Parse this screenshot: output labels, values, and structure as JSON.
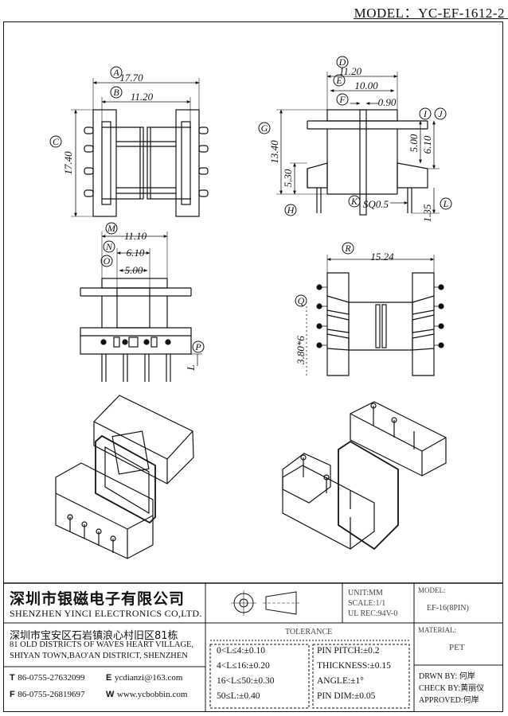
{
  "header": {
    "model_label": "MODEL：YC-EF-1612-2"
  },
  "dimensions": {
    "A": "17.70",
    "B": "11.20",
    "C": "17.40",
    "D": "11.20",
    "E": "10.00",
    "F": "0.90",
    "G": "13.40",
    "H": "5.30",
    "I": "5.00",
    "J": "6.10",
    "K": "SQ0.5",
    "L": "1.35",
    "M": "11.10",
    "N": "6.10",
    "O": "5.00",
    "P": "L",
    "Q": "3.80*6",
    "R": "15.24"
  },
  "callouts": [
    "A",
    "B",
    "C",
    "D",
    "E",
    "F",
    "G",
    "H",
    "I",
    "J",
    "K",
    "L",
    "M",
    "N",
    "O",
    "P",
    "Q",
    "R"
  ],
  "title_block": {
    "company_cn": "深圳市银磁电子有限公司",
    "company_en": "SHENZHEN YINCI ELECTRONICS CO,LTD.",
    "address_cn": "深圳市宝安区石岩镇浪心村旧区81栋",
    "address_en_1": "81 OLD DISTRICTS OF WAVES HEART VILLAGE,",
    "address_en_2": "SHIYAN TOWN,BAO'AN DISTRICT, SHENZHEN",
    "tel_key": "T",
    "tel": "86-0755-27632099",
    "email_key": "E",
    "email": "ycdianzi@163.com",
    "fax_key": "F",
    "fax": "86-0755-26819697",
    "web_key": "W",
    "web": "www.ycbobbin.com",
    "unit": "UNIT:MM",
    "scale": "SCALE:1/1",
    "ul": "UL REC:94V-0",
    "model_heading": "MODEL:",
    "model_value": "EF-16(8PIN)",
    "material_heading": "MATERIAL:",
    "material_value": "PET",
    "tolerance_heading": "TOLERANCE",
    "tolerances": [
      "0<L≤4:±0.10",
      "4<L≤16:±0.20",
      "16<L≤50:±0.30",
      "50≤L:±0.40"
    ],
    "pin_specs": [
      "PIN PITCH:±0.2",
      "THICKNESS:±0.15",
      "ANGLE:±1°",
      "PIN DIM:±0.05"
    ],
    "drawn_by": "DRWN BY: 何岸",
    "check_by": "CHECK BY:黄丽仪",
    "approved": "APPROVED:何岸"
  }
}
